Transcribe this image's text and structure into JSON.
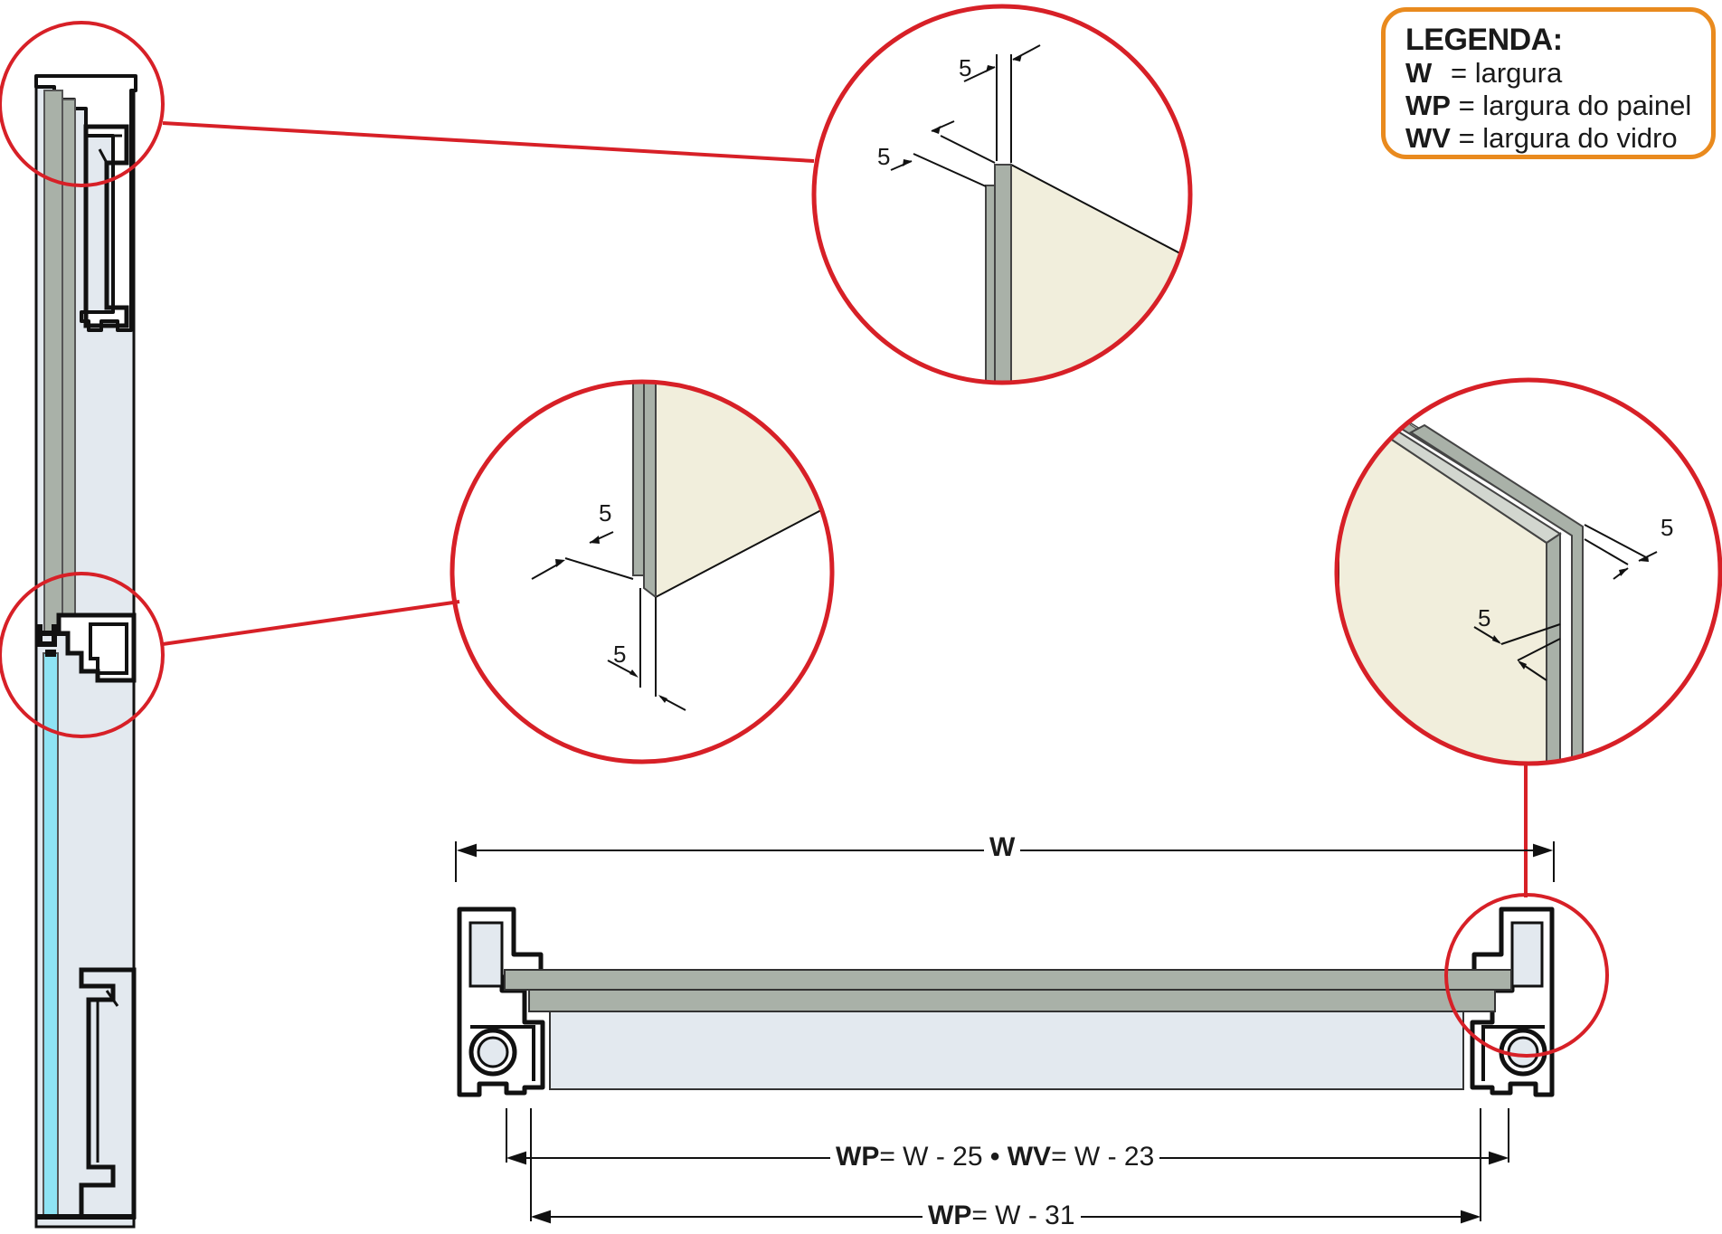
{
  "legend": {
    "title": "LEGENDA:",
    "rows": [
      {
        "key": "W",
        "eq": "= largura"
      },
      {
        "key": "WP",
        "eq": "= largura do painel"
      },
      {
        "key": "WV",
        "eq": "= largura do vidro"
      }
    ]
  },
  "dimensions": {
    "w_label": "W",
    "wp_wv_key1": "WP",
    "wp_wv_val1": "= W - 25",
    "wp_wv_sep": "•",
    "wp_wv_key2": "WV",
    "wp_wv_val2": "= W - 23",
    "wp2_key": "WP",
    "wp2_val": "= W - 31"
  },
  "detail_labels": {
    "gap": "5"
  },
  "colors": {
    "detail_circle": "#d72027",
    "legend_border": "#e98a1e",
    "panel_gray": "#a9b1a8",
    "panel_cream": "#f1eedc",
    "glass_blue": "#8ee3f3",
    "profile_fill": "#e3e9ef"
  }
}
